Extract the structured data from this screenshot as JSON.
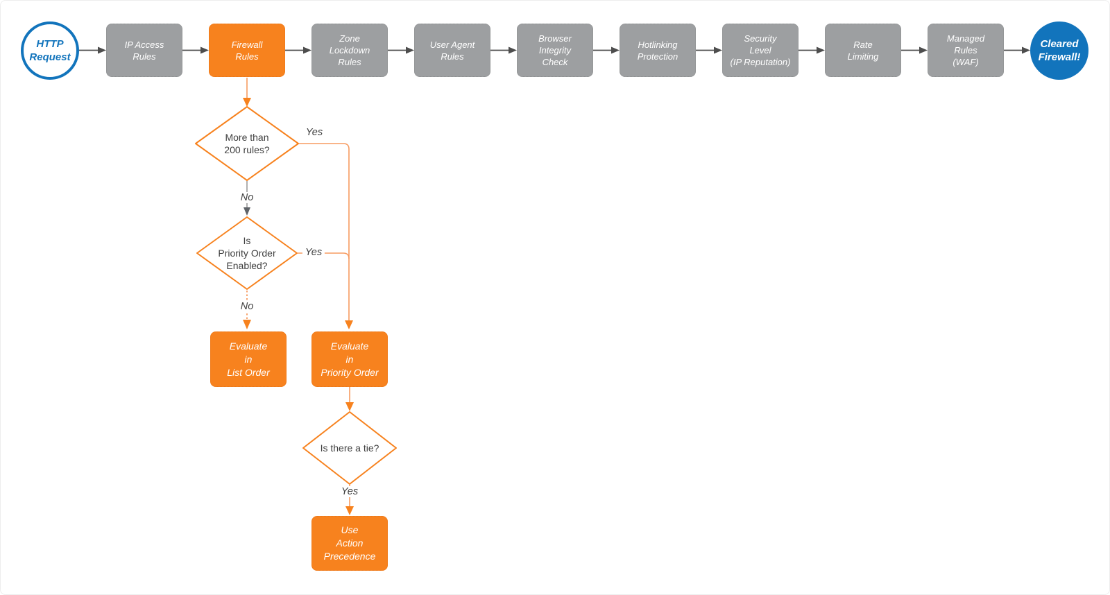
{
  "colors": {
    "orange": "#F7821E",
    "gray": "#9D9FA1",
    "blue": "#1274BC",
    "arrow": "#4D4D4D",
    "connector": "#F79B61",
    "textdark": "#3E3E3E"
  },
  "start": {
    "label": "HTTP\nRequest"
  },
  "end": {
    "label": "Cleared\nFirewall!"
  },
  "stages": [
    {
      "label": "IP Access\nRules"
    },
    {
      "label": "Firewall\nRules"
    },
    {
      "label": "Zone\nLockdown\nRules"
    },
    {
      "label": "User Agent\nRules"
    },
    {
      "label": "Browser\nIntegrity\nCheck"
    },
    {
      "label": "Hotlinking\nProtection"
    },
    {
      "label": "Security\nLevel\n(IP Reputation)"
    },
    {
      "label": "Rate\nLimiting"
    },
    {
      "label": "Managed\nRules\n(WAF)"
    }
  ],
  "decisions": [
    {
      "label": "More than\n200 rules?"
    },
    {
      "label": "Is\nPriority Order\nEnabled?"
    },
    {
      "label": "Is there a tie?"
    }
  ],
  "actions": [
    {
      "label": "Evaluate\nin\nList Order"
    },
    {
      "label": "Evaluate\nin\nPriority Order"
    },
    {
      "label": "Use\nAction\nPrecedence"
    }
  ],
  "edge_labels": {
    "yes1": "Yes",
    "no1": "No",
    "yes2": "Yes",
    "no2": "No",
    "yes3": "Yes"
  }
}
